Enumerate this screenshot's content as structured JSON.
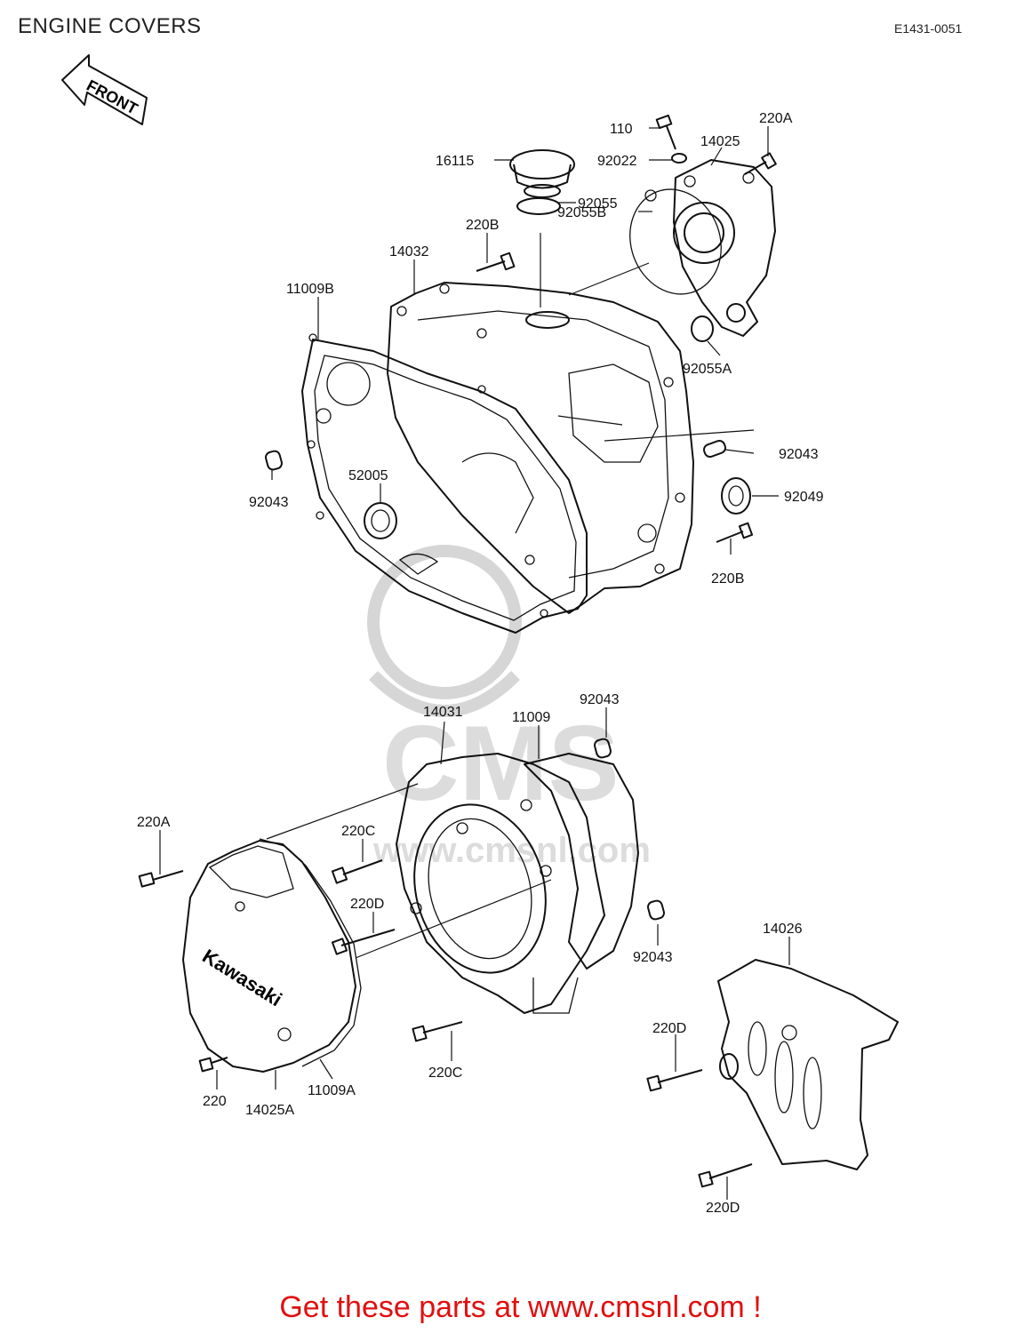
{
  "header": {
    "title": "ENGINE COVERS",
    "code": "E1431-0051"
  },
  "front_arrow": {
    "text": "FRONT"
  },
  "cover_logo": {
    "text": "Kawasaki"
  },
  "watermark": {
    "big": "CMS",
    "url": "www.cmsnl.com"
  },
  "footer": {
    "text": "Get these parts at www.cmsnl.com !"
  },
  "labels": [
    {
      "id": "l110",
      "text": "110"
    },
    {
      "id": "l220A_top",
      "text": "220A"
    },
    {
      "id": "l14025",
      "text": "14025"
    },
    {
      "id": "l16115",
      "text": "16115"
    },
    {
      "id": "l92022",
      "text": "92022"
    },
    {
      "id": "l92055",
      "text": "92055"
    },
    {
      "id": "l220B_top",
      "text": "220B"
    },
    {
      "id": "l92055B",
      "text": "92055B"
    },
    {
      "id": "l14032",
      "text": "14032"
    },
    {
      "id": "l11009B",
      "text": "11009B"
    },
    {
      "id": "l92055A",
      "text": "92055A"
    },
    {
      "id": "l92043_r",
      "text": "92043"
    },
    {
      "id": "l92049",
      "text": "92049"
    },
    {
      "id": "l52005",
      "text": "52005"
    },
    {
      "id": "l92043_l",
      "text": "92043"
    },
    {
      "id": "l220B_r",
      "text": "220B"
    },
    {
      "id": "l14031",
      "text": "14031"
    },
    {
      "id": "l11009",
      "text": "11009"
    },
    {
      "id": "l92043_t",
      "text": "92043"
    },
    {
      "id": "l220A_l",
      "text": "220A"
    },
    {
      "id": "l220C_t",
      "text": "220C"
    },
    {
      "id": "l220D_m",
      "text": "220D"
    },
    {
      "id": "l92043_b",
      "text": "92043"
    },
    {
      "id": "l14026",
      "text": "14026"
    },
    {
      "id": "l220D_r",
      "text": "220D"
    },
    {
      "id": "l220",
      "text": "220"
    },
    {
      "id": "l14025A",
      "text": "14025A"
    },
    {
      "id": "l11009A",
      "text": "11009A"
    },
    {
      "id": "l220C_b",
      "text": "220C"
    },
    {
      "id": "l220D_b",
      "text": "220D"
    }
  ]
}
